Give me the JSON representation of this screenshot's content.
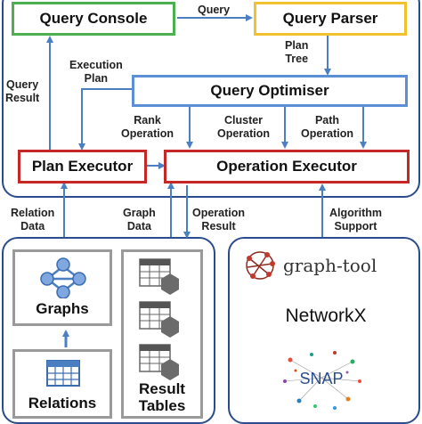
{
  "boxes": {
    "query_console": "Query Console",
    "query_parser": "Query Parser",
    "query_optimiser": "Query Optimiser",
    "plan_executor": "Plan Executor",
    "operation_executor": "Operation Executor"
  },
  "labels": {
    "query": "Query",
    "plan_tree_1": "Plan",
    "plan_tree_2": "Tree",
    "execution_plan_1": "Execution",
    "execution_plan_2": "Plan",
    "query_result_1": "Query",
    "query_result_2": "Result",
    "rank_op_1": "Rank",
    "rank_op_2": "Operation",
    "cluster_op_1": "Cluster",
    "cluster_op_2": "Operation",
    "path_op_1": "Path",
    "path_op_2": "Operation",
    "relation_data_1": "Relation",
    "relation_data_2": "Data",
    "graph_data_1": "Graph",
    "graph_data_2": "Data",
    "operation_result_1": "Operation",
    "operation_result_2": "Result",
    "algorithm_support_1": "Algorithm",
    "algorithm_support_2": "Support"
  },
  "storage": {
    "graphs": "Graphs",
    "relations": "Relations",
    "result_tables_1": "Result",
    "result_tables_2": "Tables"
  },
  "libraries": {
    "graph_tool": "graph-tool",
    "networkx": "NetworkX",
    "snap": "SNAP"
  },
  "colors": {
    "panel_border": "#2b4c8c",
    "arrow": "#4a7fc1",
    "green_box": "#4caf50",
    "yellow_box": "#f2c12e",
    "blue_box": "#5b8fd6",
    "red_box": "#c62828"
  }
}
